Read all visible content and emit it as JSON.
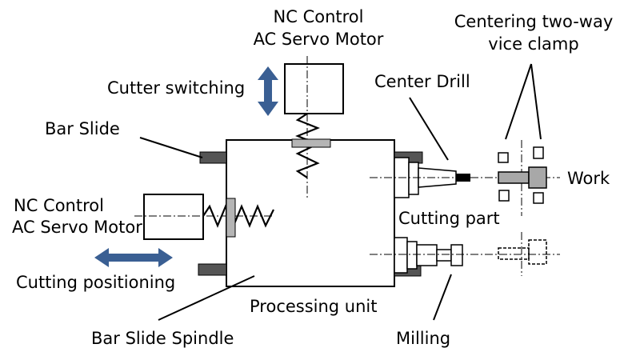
{
  "labels": {
    "nc_servo_top_line1": "NC Control",
    "nc_servo_top_line2": "AC Servo Motor",
    "cutter_switching": "Cutter switching",
    "center_drill": "Center Drill",
    "vice_clamp_line1": "Centering two-way",
    "vice_clamp_line2": "vice clamp",
    "bar_slide": "Bar Slide",
    "work": "Work",
    "nc_servo_left_line1": "NC Control",
    "nc_servo_left_line2": "AC Servo Motor",
    "cutting_part": "Cutting part",
    "cutting_positioning": "Cutting positioning",
    "processing_unit": "Processing unit",
    "bar_slide_spindle": "Bar Slide Spindle",
    "milling": "Milling"
  },
  "colors": {
    "arrow": "#3a5f93",
    "slide_block": "#555555",
    "plate": "#b5b5b5",
    "work": "#a8a8a8",
    "line": "#000000"
  }
}
